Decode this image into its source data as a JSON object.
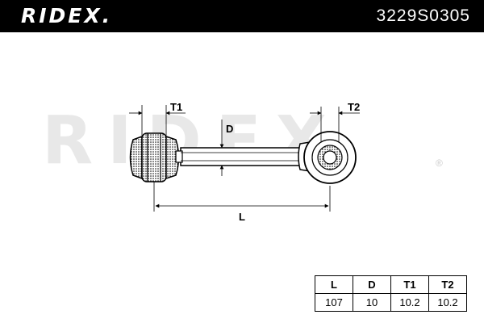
{
  "header": {
    "brand": "RIDEX.",
    "part_number": "3229S0305"
  },
  "watermark": {
    "text": "RIDEX",
    "registered_mark": "®"
  },
  "drawing": {
    "labels": {
      "t1": "T1",
      "t2": "T2",
      "d": "D",
      "l": "L"
    }
  },
  "spec_table": {
    "headers": [
      "L",
      "D",
      "T1",
      "T2"
    ],
    "values": [
      "107",
      "10",
      "10.2",
      "10.2"
    ]
  }
}
